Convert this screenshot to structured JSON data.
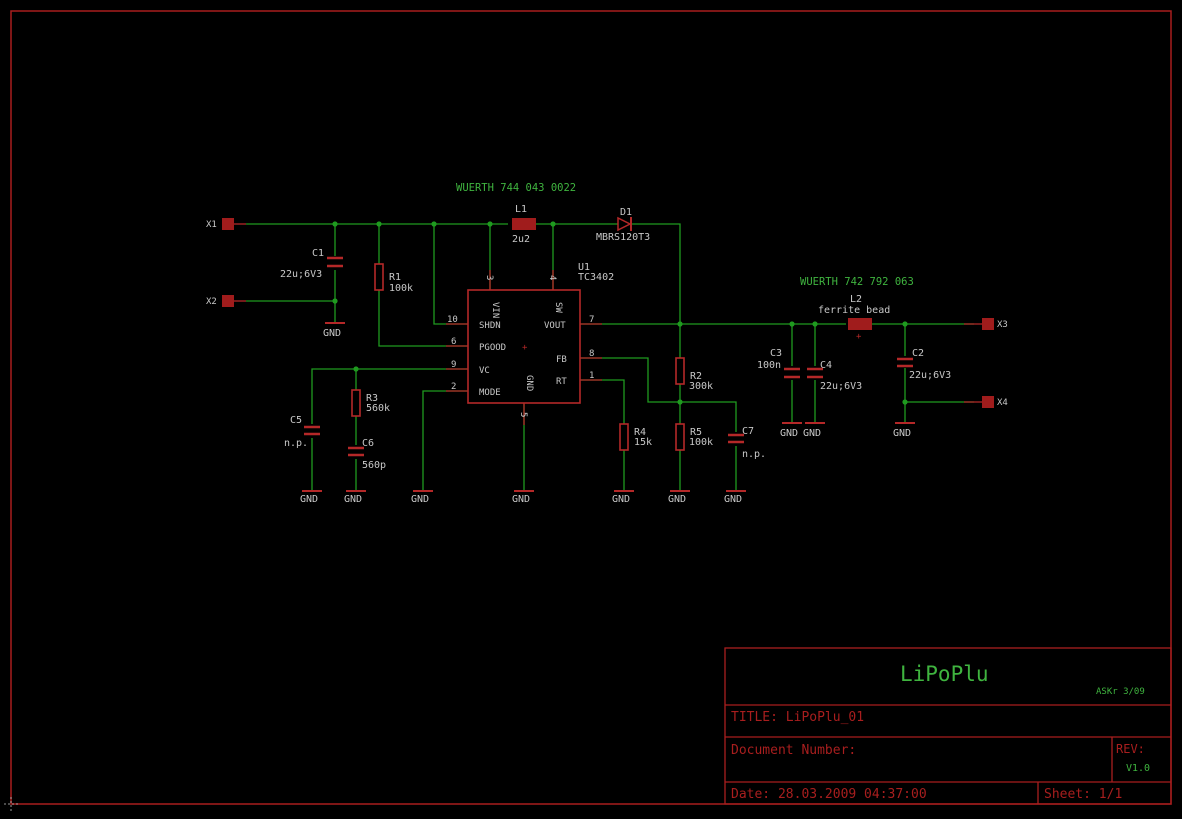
{
  "colors": {
    "background": "#000000",
    "wire": "#1f9a1f",
    "part": "#b42828",
    "pad": "#a01c1c",
    "frame": "#a81e1e",
    "label_green": "#3fb43f",
    "label_grey": "#c8c8c8"
  },
  "title_block": {
    "name": "LiPoPlu",
    "author": "ASKr 3/09",
    "title_line": "TITLE:  LiPoPlu_01",
    "doc_number": "Document Number:",
    "rev_label": "REV:",
    "rev_value": "V1.0",
    "date_line": "Date: 28.03.2009 04:37:00",
    "sheet_line": "Sheet: 1/1"
  },
  "parts": {
    "L1": {
      "ref": "L1",
      "value": "2u2",
      "note": "WUERTH 744 043 0022"
    },
    "D1": {
      "ref": "D1",
      "value": "MBRS120T3"
    },
    "U1": {
      "ref": "U1",
      "value": "TC3402"
    },
    "L2": {
      "ref": "L2",
      "value": "ferrite bead",
      "note": "WUERTH 742 792 063"
    },
    "C1": {
      "ref": "C1",
      "value": "22u;6V3"
    },
    "C2": {
      "ref": "C2",
      "value": "22u;6V3"
    },
    "C3": {
      "ref": "C3",
      "value": "100n"
    },
    "C4": {
      "ref": "C4",
      "value": "22u;6V3"
    },
    "C5": {
      "ref": "C5",
      "value": "n.p."
    },
    "C6": {
      "ref": "C6",
      "value": "560p"
    },
    "C7": {
      "ref": "C7",
      "value": "n.p."
    },
    "R1": {
      "ref": "R1",
      "value": "100k"
    },
    "R2": {
      "ref": "R2",
      "value": "300k"
    },
    "R3": {
      "ref": "R3",
      "value": "560k"
    },
    "R4": {
      "ref": "R4",
      "value": "15k"
    },
    "R5": {
      "ref": "R5",
      "value": "100k"
    }
  },
  "connectors": {
    "X1": "X1",
    "X2": "X2",
    "X3": "X3",
    "X4": "X4"
  },
  "gnd_label": "GND",
  "ic_pins": {
    "vin": "VIN",
    "sw": "SW",
    "shdn": "SHDN",
    "pgood": "PGOOD",
    "vc": "VC",
    "mode": "MODE",
    "vout": "VOUT",
    "fb": "FB",
    "rt": "RT",
    "gnd": "GND",
    "n3": "3",
    "n4": "4",
    "n10": "10",
    "n6": "6",
    "n9": "9",
    "n2": "2",
    "n7": "7",
    "n8": "8",
    "n1": "1",
    "n5": "5"
  }
}
